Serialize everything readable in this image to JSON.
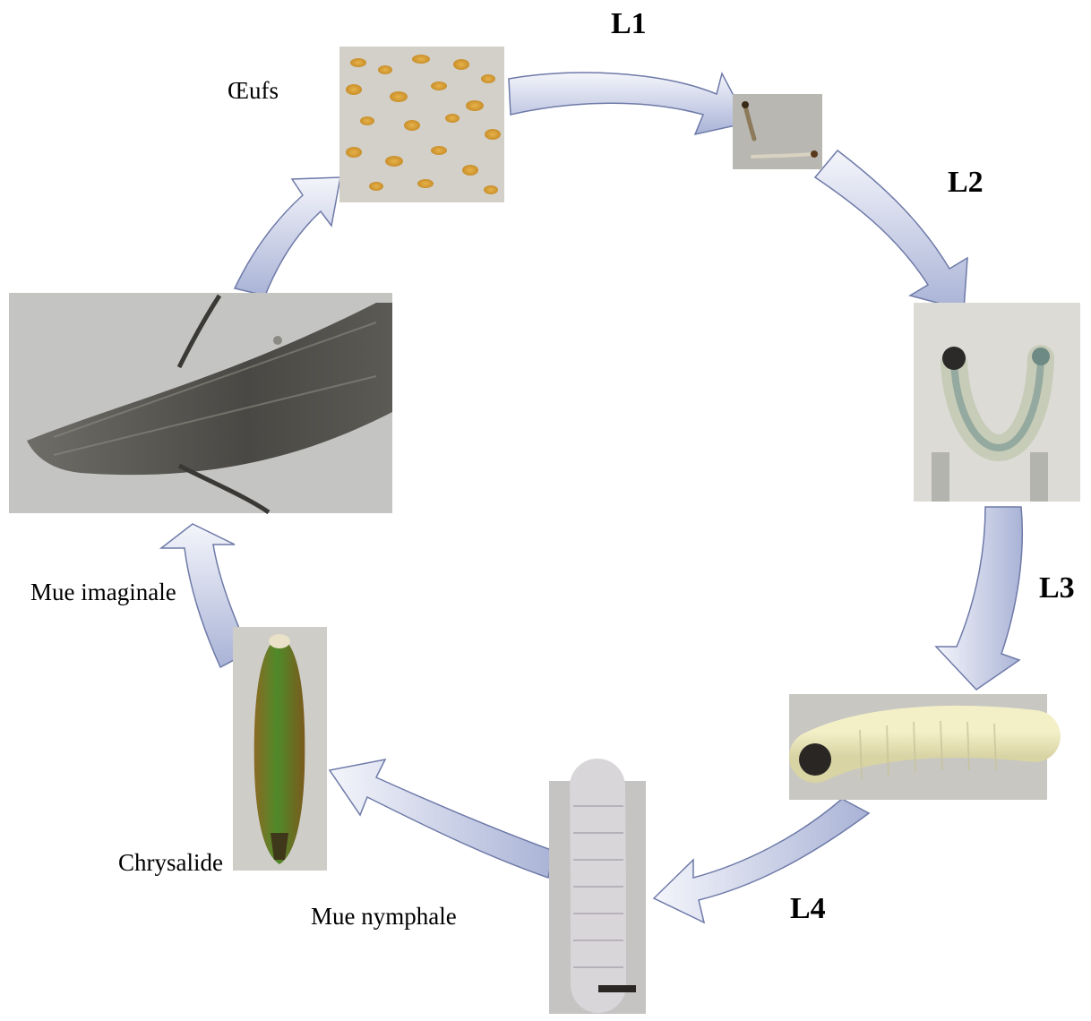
{
  "diagram": {
    "stage_labels": {
      "l1": "L1",
      "l2": "L2",
      "l3": "L3",
      "l4": "L4"
    },
    "phase_labels": {
      "eggs": "Œufs",
      "adult_molt": "Mue imaginale",
      "pupa": "Chrysalide",
      "pupal_molt": "Mue nymphale"
    },
    "photos": [
      {
        "id": "eggs",
        "subject": "eggs"
      },
      {
        "id": "larva-l1",
        "subject": "first instar larvae"
      },
      {
        "id": "larva-l2",
        "subject": "second instar larva"
      },
      {
        "id": "larva-l3",
        "subject": "third instar larva"
      },
      {
        "id": "larva-l4",
        "subject": "fourth instar larva"
      },
      {
        "id": "pupa",
        "subject": "chrysalis"
      },
      {
        "id": "adult",
        "subject": "adult moth"
      }
    ],
    "colors": {
      "arrow_fill_light": "#f4f5fb",
      "arrow_fill_dark": "#a9b3d6",
      "arrow_stroke": "#6e7aa8"
    }
  }
}
